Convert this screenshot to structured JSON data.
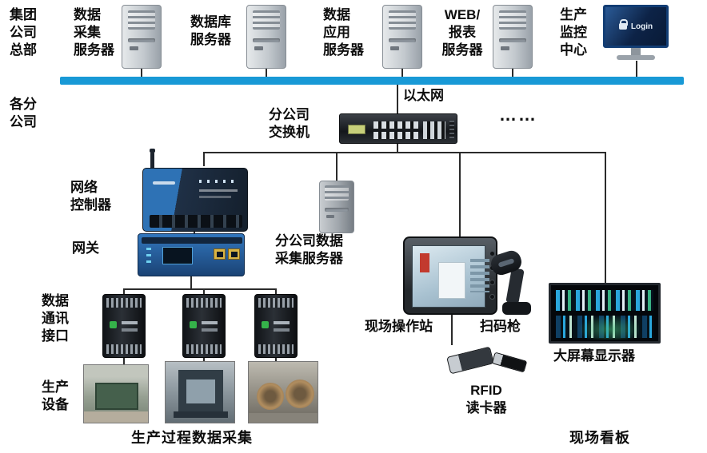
{
  "colors": {
    "ethernet_bar": "#1899d6",
    "line": "#2b2b2b"
  },
  "headers": {
    "hq": "集团\n公司\n总部",
    "branch": "各分\n公司"
  },
  "top_row": {
    "servers": [
      {
        "label": "数据\n采集\n服务器"
      },
      {
        "label": "数据库\n服务器"
      },
      {
        "label": "数据\n应用\n服务器"
      },
      {
        "label": "WEB/\n报表\n服务器"
      }
    ],
    "monitor": {
      "label": "生产\n监控\n中心",
      "screen_text": "Login"
    }
  },
  "network": {
    "ethernet": "以太网",
    "switch": "分公司\n交换机",
    "dots": "……"
  },
  "branch": {
    "controller": "网络\n控制器",
    "gateway": "网关",
    "server": "分公司数据\n采集服务器",
    "comm": "数据\n通讯\n接口",
    "equipment": "生产\n设备",
    "station": "现场操作站",
    "scanner": "扫码枪",
    "rfid": "RFID\n读卡器",
    "display": "大屏幕显示器"
  },
  "footers": {
    "process": "生产过程数据采集",
    "kanban": "现场看板"
  }
}
